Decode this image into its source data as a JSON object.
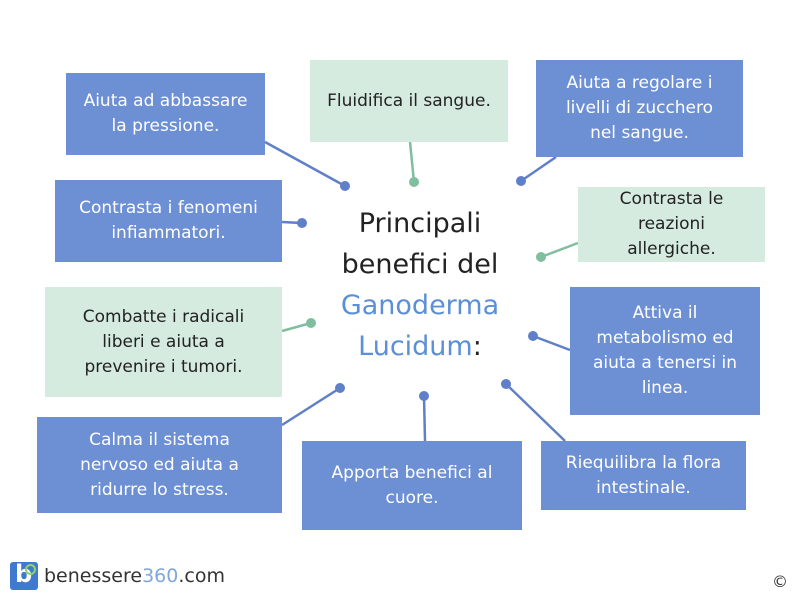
{
  "title": {
    "line1": "Principali",
    "line2": "benefici del",
    "line3": "Ganoderma",
    "line4": "Lucidum",
    "colon": ":"
  },
  "benefits": [
    "Aiuta ad abbassare la pressione.",
    "Fluidifica il sangue.",
    "Aiuta a regolare i livelli di zucchero nel sangue.",
    "Contrasta i fenomeni infiammatori.",
    "Contrasta le reazioni allergiche.",
    "Combatte i radicali liberi e aiuta a prevenire i tumori.",
    "Attiva il metabolismo ed aiuta a tenersi in linea.",
    "Calma il sistema nervoso ed aiuta a ridurre lo stress.",
    "Apporta benefici al cuore.",
    "Riequilibra la flora intestinale."
  ],
  "logo": {
    "text_a": "benessere",
    "text_b": "360",
    ".com": ".com"
  },
  "copyright": "©",
  "colors": {
    "blue_box": "#6d8fd4",
    "green_box": "#d5ebdf",
    "accent": "#5b8fd6"
  }
}
